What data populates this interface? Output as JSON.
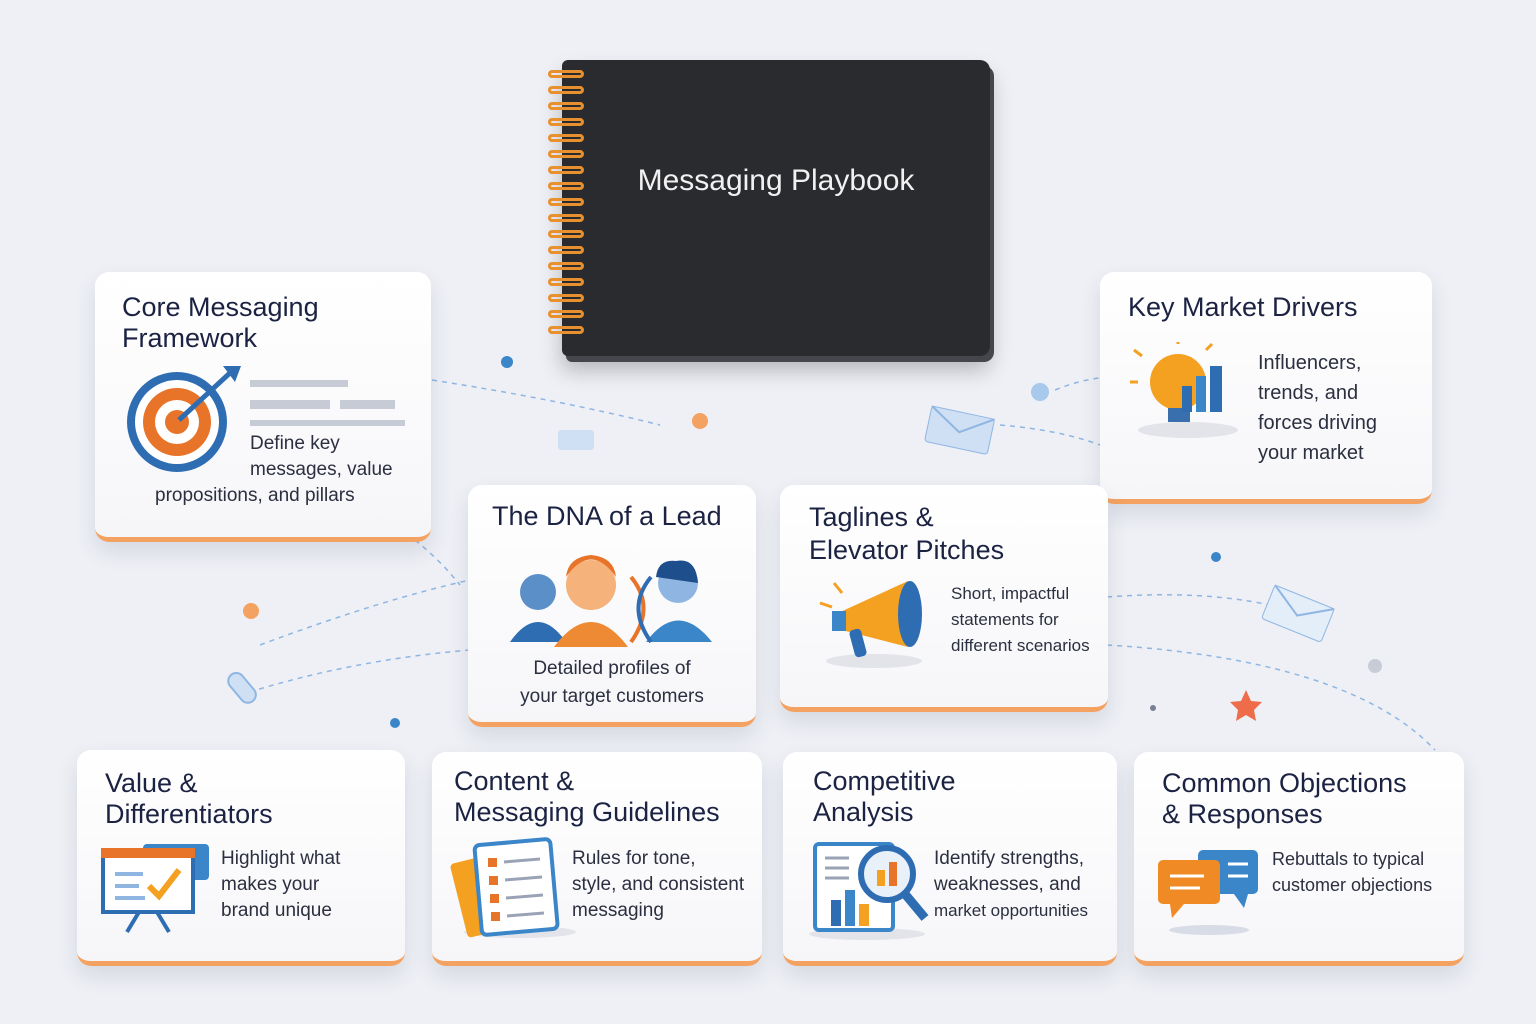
{
  "notebook": {
    "title": "Messaging Playbook"
  },
  "cards": [
    {
      "title_lines": [
        "Core Messaging",
        "Framework"
      ],
      "description_lines": [
        "Define key",
        "messages, value",
        "propositions, and pillars"
      ],
      "icon": "target-icon"
    },
    {
      "title_lines": [
        "Key Market Drivers"
      ],
      "description_lines": [
        "Influencers,",
        "trends, and",
        "forces driving",
        "your market"
      ],
      "icon": "lightbulb-chart-icon"
    },
    {
      "title_lines": [
        "The DNA of a Lead"
      ],
      "description_lines": [
        "Detailed profiles of",
        "your target customers"
      ],
      "icon": "people-dna-icon"
    },
    {
      "title_lines": [
        "Taglines &",
        "Elevator Pitches"
      ],
      "description_lines": [
        "Short, impactful",
        "statements for",
        "different scenarios"
      ],
      "icon": "megaphone-icon"
    },
    {
      "title_lines": [
        "Value &",
        "Differentiators"
      ],
      "description_lines": [
        "Highlight what",
        "makes your",
        "brand unique"
      ],
      "icon": "presentation-board-icon"
    },
    {
      "title_lines": [
        "Content &",
        "Messaging Guidelines"
      ],
      "description_lines": [
        "Rules for tone,",
        "style, and consistent",
        "messaging"
      ],
      "icon": "document-checklist-icon"
    },
    {
      "title_lines": [
        "Competitive",
        "Analysis"
      ],
      "description_lines": [
        "Identify strengths,",
        "weaknesses, and",
        "market opportunities"
      ],
      "icon": "magnifier-chart-icon"
    },
    {
      "title_lines": [
        "Common Objections",
        "& Responses"
      ],
      "description_lines": [
        "Rebuttals to typical",
        "customer objections"
      ],
      "icon": "chat-bubbles-icon"
    }
  ],
  "colors": {
    "accent": "#f4a261",
    "orange": "#f08a24",
    "blue": "#3a86c8",
    "navy": "#1b2242"
  }
}
